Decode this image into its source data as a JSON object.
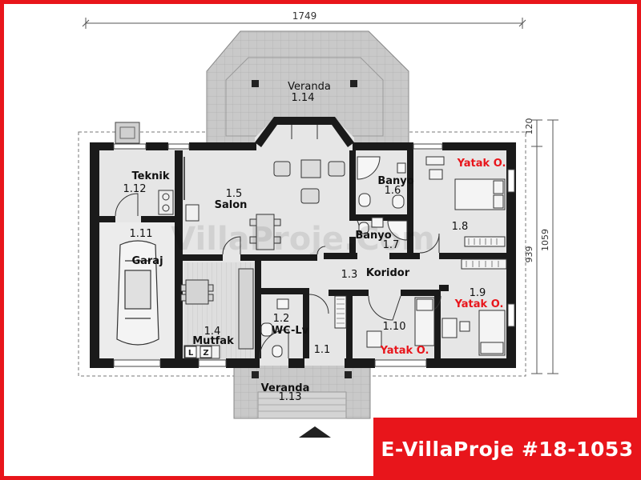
{
  "dimensions": {
    "top_width": "1749",
    "right_total": "1059",
    "right_main": "939",
    "right_top": "120"
  },
  "rooms": [
    {
      "id": "veranda-top",
      "name": "Veranda",
      "number": "1.14"
    },
    {
      "id": "salon",
      "name": "Salon",
      "number": "1.5"
    },
    {
      "id": "teknik",
      "name": "Teknik",
      "number": "1.12"
    },
    {
      "id": "garaj",
      "name": "Garaj",
      "number": "1.11"
    },
    {
      "id": "banyo-1",
      "name": "Banyo",
      "number": "1.6"
    },
    {
      "id": "banyo-2",
      "name": "Banyo",
      "number": "1.7"
    },
    {
      "id": "yatak-1",
      "name": "Yatak O.",
      "number": "1.8"
    },
    {
      "id": "koridor",
      "name": "Koridor",
      "number": "1.3"
    },
    {
      "id": "yatak-2",
      "name": "Yatak O.",
      "number": "1.9"
    },
    {
      "id": "yatak-3",
      "name": "Yatak O.",
      "number": "1.10"
    },
    {
      "id": "mutfak",
      "name": "Mutfak",
      "number": "1.4"
    },
    {
      "id": "wc",
      "name": "WC-Lv",
      "number": "1.2"
    },
    {
      "id": "hol",
      "name": "",
      "number": "1.1"
    },
    {
      "id": "veranda-bottom",
      "name": "Veranda",
      "number": "1.13"
    }
  ],
  "appliance_labels": {
    "l": "L",
    "z": "Z"
  },
  "watermark": "VillaProje.Com",
  "brand": {
    "label": "E-VillaProje #18-1053"
  },
  "colors": {
    "brand_red": "#e8151b",
    "wall": "#1a1a1a",
    "floor": "#e4e4e4",
    "terrace": "#c4c4c4",
    "red_text": "#e8151b"
  }
}
